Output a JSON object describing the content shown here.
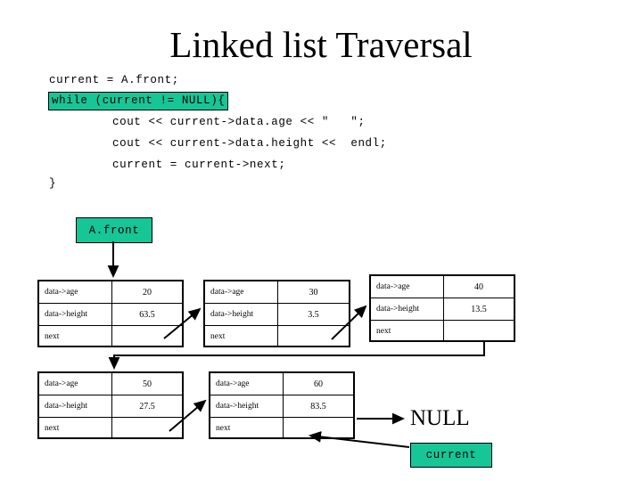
{
  "slide": {
    "title": "Linked list Traversal",
    "background_color": "#ffffff",
    "accent_color": "#16c697",
    "text_color": "#000000"
  },
  "code": {
    "lines": [
      {
        "text": "current = A.front;",
        "highlighted": false,
        "indent": 0
      },
      {
        "text": "while (current != NULL){",
        "highlighted": true,
        "indent": 0
      },
      {
        "text": "cout << current->data.age << \"   \";",
        "highlighted": false,
        "indent": 1
      },
      {
        "text": "cout << current->data.height <<  endl;",
        "highlighted": false,
        "indent": 1
      },
      {
        "text": "current = current->next;",
        "highlighted": false,
        "indent": 1
      },
      {
        "text": "}",
        "highlighted": false,
        "indent": 0
      }
    ]
  },
  "labels": {
    "front_pointer": "A.front",
    "current_pointer": "current",
    "null_terminator": "NULL"
  },
  "node_fields": {
    "age_key": "data->age",
    "height_key": "data->height",
    "next_key": "next"
  },
  "nodes": [
    {
      "id": "node-1",
      "age": "20",
      "height": "63.5",
      "next_value": ""
    },
    {
      "id": "node-2",
      "age": "30",
      "height": "3.5",
      "next_value": ""
    },
    {
      "id": "node-3",
      "age": "40",
      "height": "13.5",
      "next_value": ""
    },
    {
      "id": "node-4",
      "age": "50",
      "height": "27.5",
      "next_value": ""
    },
    {
      "id": "node-5",
      "age": "60",
      "height": "83.5",
      "next_value": ""
    }
  ]
}
